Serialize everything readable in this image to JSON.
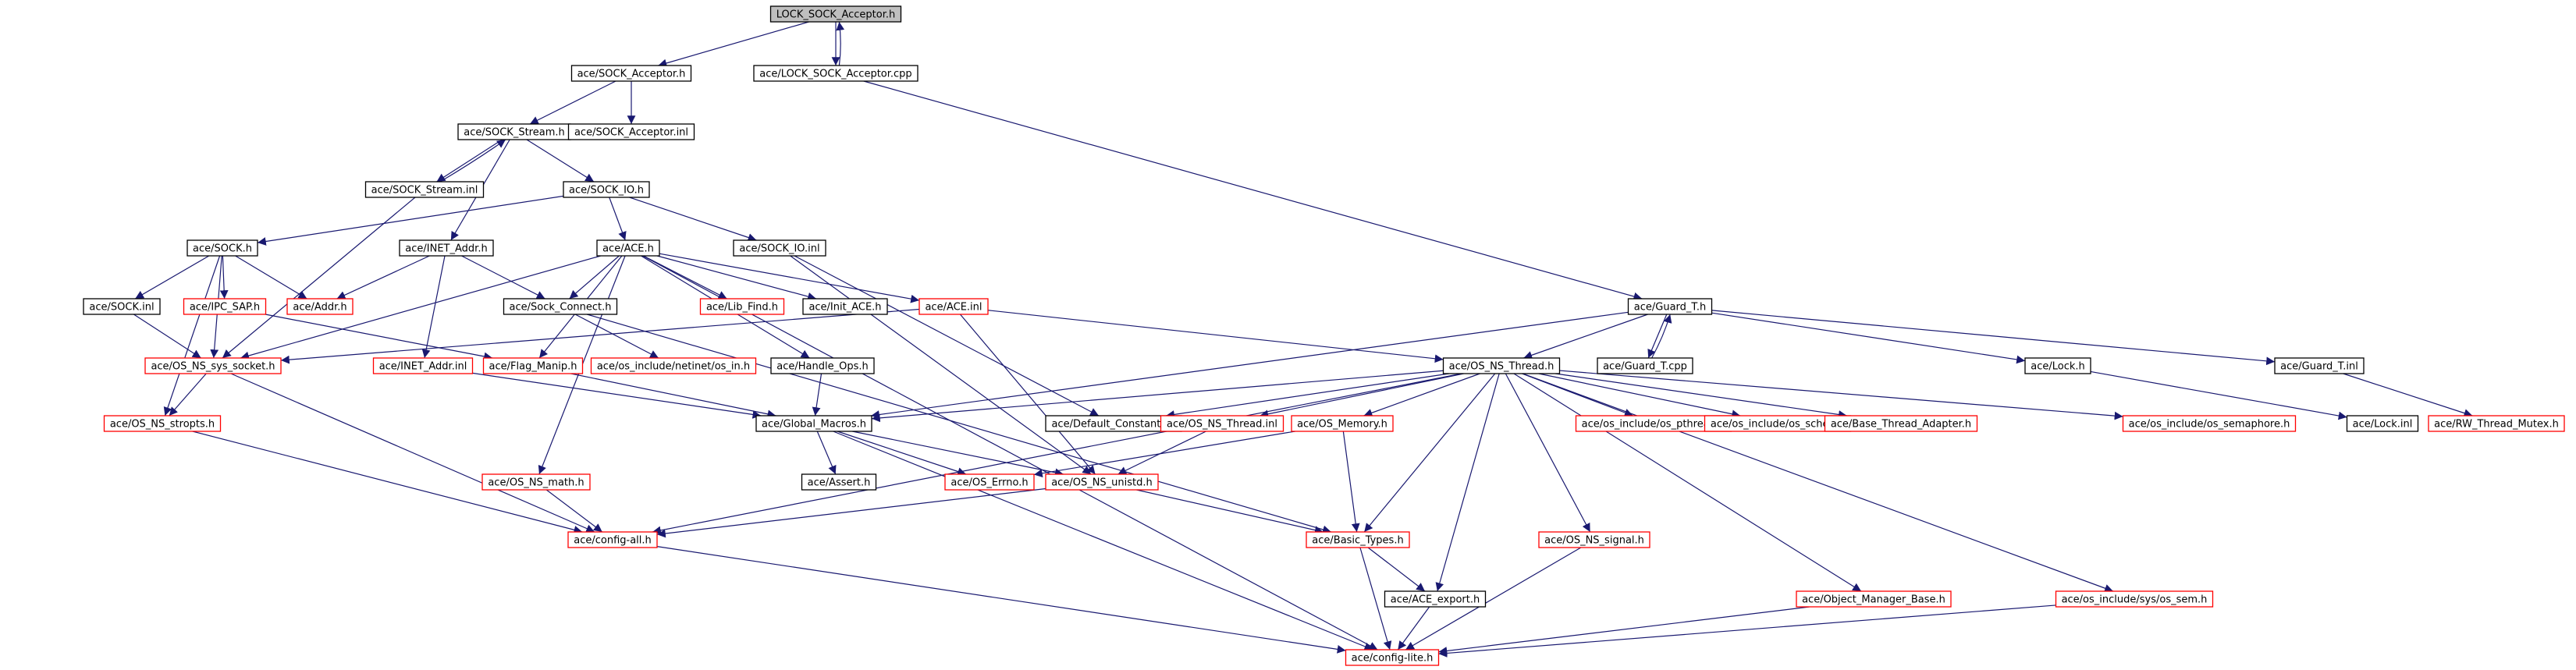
{
  "diagram": {
    "colors": {
      "edge": "#191970",
      "border_black": "#000000",
      "border_red": "#ff0000",
      "root_fill": "#bfbfbf",
      "fill": "#ffffff"
    },
    "nodes": [
      {
        "id": "n0",
        "label": "LOCK_SOCK_Acceptor.h",
        "border": "black",
        "root": true
      },
      {
        "id": "n1",
        "label": "ace/SOCK_Acceptor.h",
        "border": "black"
      },
      {
        "id": "n2",
        "label": "ace/LOCK_SOCK_Acceptor.cpp",
        "border": "black"
      },
      {
        "id": "n3",
        "label": "ace/SOCK_Stream.h",
        "border": "black"
      },
      {
        "id": "n4",
        "label": "ace/SOCK_Acceptor.inl",
        "border": "black"
      },
      {
        "id": "n5",
        "label": "ace/SOCK_Stream.inl",
        "border": "black"
      },
      {
        "id": "n6",
        "label": "ace/SOCK_IO.h",
        "border": "black"
      },
      {
        "id": "n7",
        "label": "ace/SOCK.h",
        "border": "black"
      },
      {
        "id": "n8",
        "label": "ace/INET_Addr.h",
        "border": "black"
      },
      {
        "id": "n9",
        "label": "ace/ACE.h",
        "border": "black"
      },
      {
        "id": "n10",
        "label": "ace/SOCK_IO.inl",
        "border": "black"
      },
      {
        "id": "n11",
        "label": "ace/SOCK.inl",
        "border": "black"
      },
      {
        "id": "n12",
        "label": "ace/IPC_SAP.h",
        "border": "red"
      },
      {
        "id": "n13",
        "label": "ace/Addr.h",
        "border": "red"
      },
      {
        "id": "n14",
        "label": "ace/Sock_Connect.h",
        "border": "black"
      },
      {
        "id": "n15",
        "label": "ace/Lib_Find.h",
        "border": "red"
      },
      {
        "id": "n16",
        "label": "ace/Init_ACE.h",
        "border": "black"
      },
      {
        "id": "n17",
        "label": "ace/ACE.inl",
        "border": "red"
      },
      {
        "id": "n18",
        "label": "ace/Guard_T.h",
        "border": "black"
      },
      {
        "id": "n19",
        "label": "ace/OS_NS_sys_socket.h",
        "border": "red"
      },
      {
        "id": "n20",
        "label": "ace/INET_Addr.inl",
        "border": "red"
      },
      {
        "id": "n21",
        "label": "ace/Flag_Manip.h",
        "border": "red"
      },
      {
        "id": "n22",
        "label": "ace/os_include/netinet/os_in.h",
        "border": "red"
      },
      {
        "id": "n23",
        "label": "ace/Handle_Ops.h",
        "border": "black"
      },
      {
        "id": "n24",
        "label": "ace/OS_NS_Thread.h",
        "border": "black"
      },
      {
        "id": "n25",
        "label": "ace/Guard_T.cpp",
        "border": "black"
      },
      {
        "id": "n26",
        "label": "ace/Lock.h",
        "border": "black"
      },
      {
        "id": "n27",
        "label": "ace/Guard_T.inl",
        "border": "black"
      },
      {
        "id": "n28",
        "label": "ace/OS_NS_stropts.h",
        "border": "red"
      },
      {
        "id": "n29",
        "label": "ace/Global_Macros.h",
        "border": "black"
      },
      {
        "id": "n30",
        "label": "ace/Default_Constants.h",
        "border": "black"
      },
      {
        "id": "n31",
        "label": "ace/OS_NS_Thread.inl",
        "border": "red"
      },
      {
        "id": "n32",
        "label": "ace/OS_Memory.h",
        "border": "red"
      },
      {
        "id": "n33",
        "label": "ace/os_include/os_pthread.h",
        "border": "red"
      },
      {
        "id": "n34",
        "label": "ace/os_include/os_sched.h",
        "border": "red"
      },
      {
        "id": "n35",
        "label": "ace/Base_Thread_Adapter.h",
        "border": "red"
      },
      {
        "id": "n36",
        "label": "ace/os_include/os_semaphore.h",
        "border": "red"
      },
      {
        "id": "n37",
        "label": "ace/Lock.inl",
        "border": "black"
      },
      {
        "id": "n38",
        "label": "ace/RW_Thread_Mutex.h",
        "border": "red"
      },
      {
        "id": "n39",
        "label": "ace/Assert.h",
        "border": "black"
      },
      {
        "id": "n40",
        "label": "ace/OS_NS_math.h",
        "border": "red"
      },
      {
        "id": "n41",
        "label": "ace/OS_Errno.h",
        "border": "red"
      },
      {
        "id": "n42",
        "label": "ace/OS_NS_unistd.h",
        "border": "red"
      },
      {
        "id": "n43",
        "label": "ace/config-all.h",
        "border": "red"
      },
      {
        "id": "n44",
        "label": "ace/Basic_Types.h",
        "border": "red"
      },
      {
        "id": "n45",
        "label": "ace/OS_NS_signal.h",
        "border": "red"
      },
      {
        "id": "n46",
        "label": "ace/ACE_export.h",
        "border": "black"
      },
      {
        "id": "n47",
        "label": "ace/Object_Manager_Base.h",
        "border": "red"
      },
      {
        "id": "n48",
        "label": "ace/os_include/sys/os_sem.h",
        "border": "red"
      },
      {
        "id": "n49",
        "label": "ace/config-lite.h",
        "border": "red"
      }
    ],
    "edges": [
      [
        "n0",
        "n1"
      ],
      [
        "n0",
        "n2"
      ],
      [
        "n2",
        "n0"
      ],
      [
        "n2",
        "n18"
      ],
      [
        "n1",
        "n3"
      ],
      [
        "n1",
        "n4"
      ],
      [
        "n3",
        "n5"
      ],
      [
        "n5",
        "n3"
      ],
      [
        "n3",
        "n6"
      ],
      [
        "n3",
        "n8"
      ],
      [
        "n5",
        "n19"
      ],
      [
        "n6",
        "n7"
      ],
      [
        "n6",
        "n9"
      ],
      [
        "n6",
        "n10"
      ],
      [
        "n7",
        "n11"
      ],
      [
        "n7",
        "n12"
      ],
      [
        "n7",
        "n13"
      ],
      [
        "n7",
        "n19"
      ],
      [
        "n7",
        "n28"
      ],
      [
        "n8",
        "n13"
      ],
      [
        "n8",
        "n14"
      ],
      [
        "n8",
        "n20"
      ],
      [
        "n9",
        "n14"
      ],
      [
        "n9",
        "n15"
      ],
      [
        "n9",
        "n16"
      ],
      [
        "n9",
        "n17"
      ],
      [
        "n9",
        "n21"
      ],
      [
        "n9",
        "n23"
      ],
      [
        "n9",
        "n19"
      ],
      [
        "n9",
        "n40"
      ],
      [
        "n9",
        "n49"
      ],
      [
        "n10",
        "n30"
      ],
      [
        "n10",
        "n42"
      ],
      [
        "n11",
        "n19"
      ],
      [
        "n12",
        "n21"
      ],
      [
        "n14",
        "n22"
      ],
      [
        "n14",
        "n44"
      ],
      [
        "n17",
        "n24"
      ],
      [
        "n17",
        "n42"
      ],
      [
        "n17",
        "n19"
      ],
      [
        "n18",
        "n24"
      ],
      [
        "n18",
        "n25"
      ],
      [
        "n25",
        "n18"
      ],
      [
        "n18",
        "n26"
      ],
      [
        "n18",
        "n27"
      ],
      [
        "n18",
        "n29"
      ],
      [
        "n19",
        "n28"
      ],
      [
        "n19",
        "n43"
      ],
      [
        "n20",
        "n29"
      ],
      [
        "n21",
        "n29"
      ],
      [
        "n23",
        "n29"
      ],
      [
        "n24",
        "n29"
      ],
      [
        "n24",
        "n30"
      ],
      [
        "n24",
        "n31"
      ],
      [
        "n24",
        "n32"
      ],
      [
        "n24",
        "n33"
      ],
      [
        "n24",
        "n34"
      ],
      [
        "n24",
        "n35"
      ],
      [
        "n24",
        "n36"
      ],
      [
        "n24",
        "n44"
      ],
      [
        "n24",
        "n45"
      ],
      [
        "n24",
        "n46"
      ],
      [
        "n24",
        "n47"
      ],
      [
        "n24",
        "n48"
      ],
      [
        "n24",
        "n43"
      ],
      [
        "n26",
        "n37"
      ],
      [
        "n27",
        "n38"
      ],
      [
        "n28",
        "n43"
      ],
      [
        "n29",
        "n39"
      ],
      [
        "n29",
        "n41"
      ],
      [
        "n29",
        "n42"
      ],
      [
        "n29",
        "n49"
      ],
      [
        "n31",
        "n42"
      ],
      [
        "n32",
        "n41"
      ],
      [
        "n32",
        "n44"
      ],
      [
        "n40",
        "n43"
      ],
      [
        "n42",
        "n43"
      ],
      [
        "n42",
        "n44"
      ],
      [
        "n43",
        "n49"
      ],
      [
        "n44",
        "n46"
      ],
      [
        "n44",
        "n49"
      ],
      [
        "n45",
        "n49"
      ],
      [
        "n46",
        "n49"
      ],
      [
        "n47",
        "n49"
      ],
      [
        "n48",
        "n49"
      ]
    ]
  }
}
